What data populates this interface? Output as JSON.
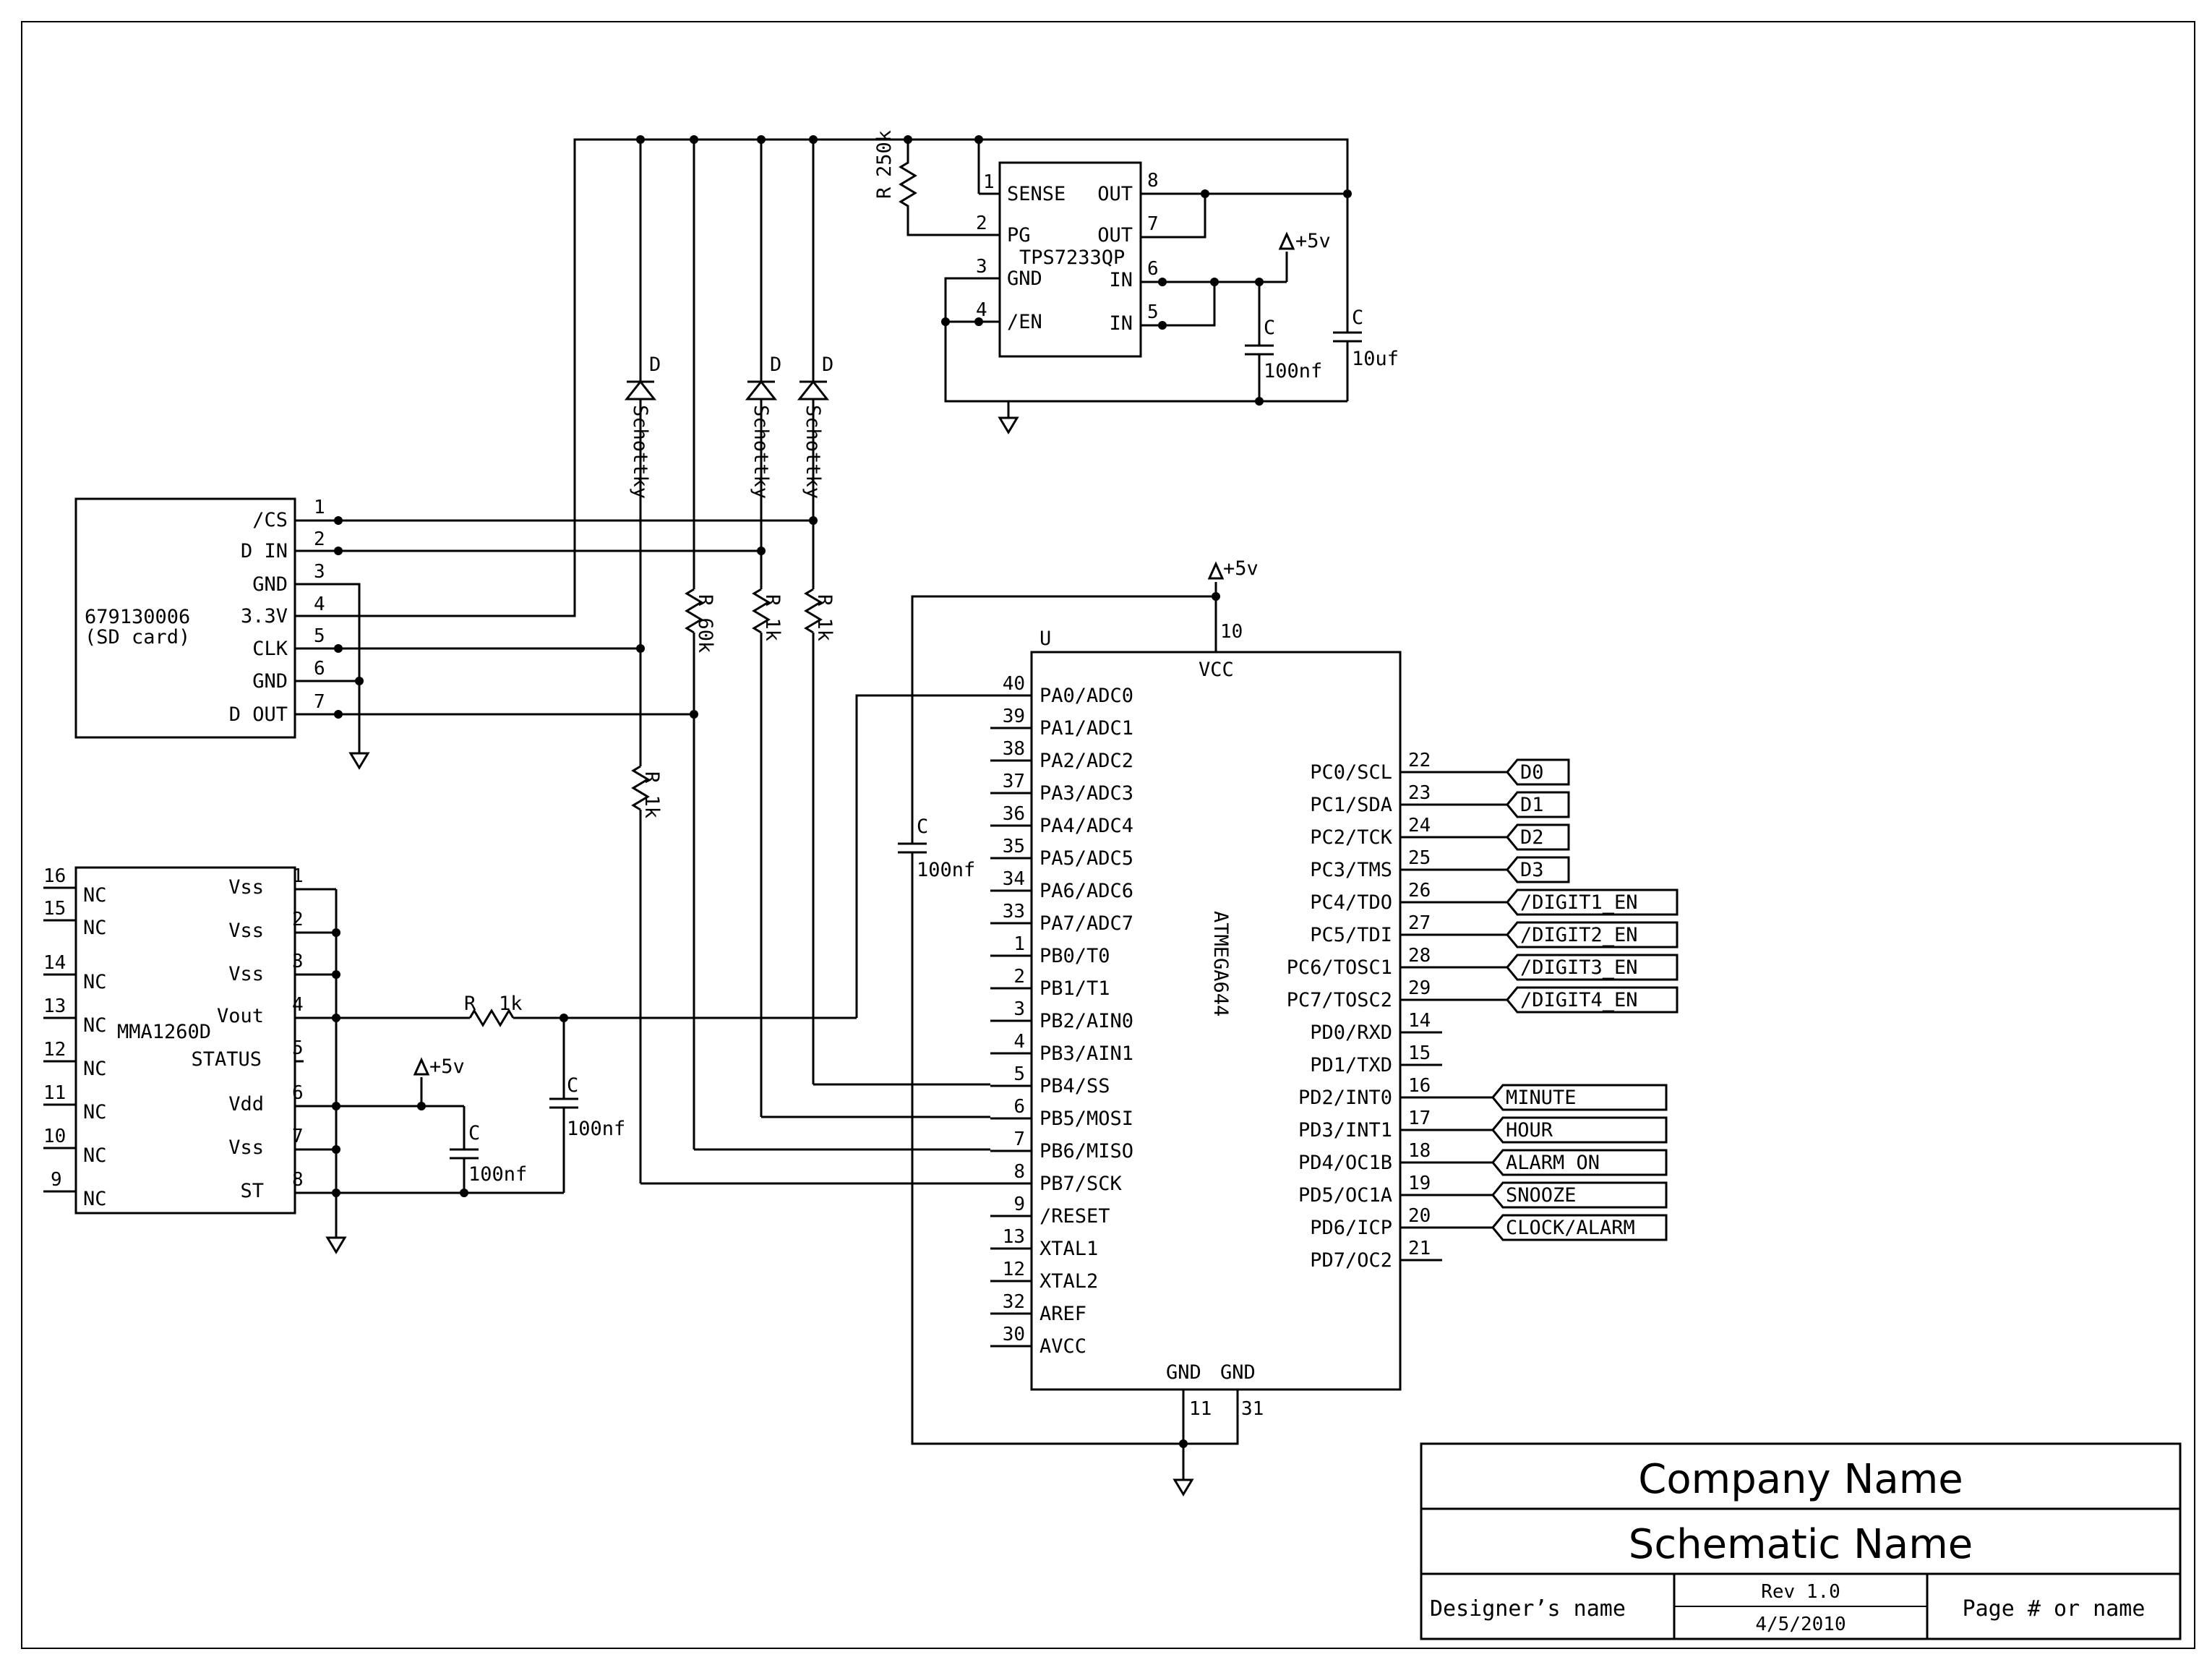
{
  "title_block": {
    "company": "Company Name",
    "schematic": "Schematic Name",
    "designer": "Designer’s name",
    "rev": "Rev 1.0",
    "date": "4/5/2010",
    "page": "Page # or name"
  },
  "regulator": {
    "part": "TPS7233QP",
    "resistor_ref": "R",
    "resistor_value": "250k",
    "left_pins": [
      {
        "num": "1",
        "name": "SENSE"
      },
      {
        "num": "2",
        "name": "PG"
      },
      {
        "num": "3",
        "name": "GND"
      },
      {
        "num": "4",
        "name": "/EN"
      }
    ],
    "right_pins": [
      {
        "num": "8",
        "name": "OUT"
      },
      {
        "num": "7",
        "name": "OUT"
      },
      {
        "num": "6",
        "name": "IN"
      },
      {
        "num": "5",
        "name": "IN"
      }
    ],
    "power_label": "+5v",
    "cap1_ref": "C",
    "cap1_value": "100nf",
    "cap2_ref": "C",
    "cap2_value": "10uf"
  },
  "diodes": {
    "ref": "D",
    "type": "Schottky"
  },
  "pullups": {
    "r1": "R 60k",
    "r2": "R 1k",
    "r3": "R 1k",
    "r4": "R 1k"
  },
  "sd_card": {
    "part": "679130006",
    "desc": "(SD card)",
    "pins": [
      {
        "num": "1",
        "name": "/CS"
      },
      {
        "num": "2",
        "name": "D IN"
      },
      {
        "num": "3",
        "name": "GND"
      },
      {
        "num": "4",
        "name": "3.3V"
      },
      {
        "num": "5",
        "name": "CLK"
      },
      {
        "num": "6",
        "name": "GND"
      },
      {
        "num": "7",
        "name": "D OUT"
      }
    ]
  },
  "accel": {
    "part": "MMA1260D",
    "left_pins": [
      {
        "num": "16",
        "name": "NC"
      },
      {
        "num": "15",
        "name": "NC"
      },
      {
        "num": "14",
        "name": "NC"
      },
      {
        "num": "13",
        "name": "NC"
      },
      {
        "num": "12",
        "name": "NC"
      },
      {
        "num": "11",
        "name": "NC"
      },
      {
        "num": "10",
        "name": "NC"
      },
      {
        "num": "9",
        "name": "NC"
      }
    ],
    "right_pins": [
      {
        "num": "1",
        "name": "Vss"
      },
      {
        "num": "2",
        "name": "Vss"
      },
      {
        "num": "3",
        "name": "Vss"
      },
      {
        "num": "4",
        "name": "Vout"
      },
      {
        "num": "5",
        "name": "STATUS"
      },
      {
        "num": "6",
        "name": "Vdd"
      },
      {
        "num": "7",
        "name": "Vss"
      },
      {
        "num": "8",
        "name": "ST"
      }
    ],
    "r_ref": "R",
    "r_value": "1k",
    "c1_ref": "C",
    "c1_value": "100nf",
    "c2_ref": "C",
    "c2_value": "100nf",
    "power_label": "+5v"
  },
  "mcu": {
    "ref": "U",
    "part": "ATMEGA644",
    "vcc_label": "VCC",
    "vcc_pin": "10",
    "gnd1_label": "GND",
    "gnd1_pin": "11",
    "gnd2_label": "GND",
    "gnd2_pin": "31",
    "power_label": "+5v",
    "cap_ref": "C",
    "cap_value": "100nf",
    "left_pins": [
      {
        "num": "40",
        "name": "PA0/ADC0"
      },
      {
        "num": "39",
        "name": "PA1/ADC1"
      },
      {
        "num": "38",
        "name": "PA2/ADC2"
      },
      {
        "num": "37",
        "name": "PA3/ADC3"
      },
      {
        "num": "36",
        "name": "PA4/ADC4"
      },
      {
        "num": "35",
        "name": "PA5/ADC5"
      },
      {
        "num": "34",
        "name": "PA6/ADC6"
      },
      {
        "num": "33",
        "name": "PA7/ADC7"
      },
      {
        "num": "1",
        "name": "PB0/T0"
      },
      {
        "num": "2",
        "name": "PB1/T1"
      },
      {
        "num": "3",
        "name": "PB2/AIN0"
      },
      {
        "num": "4",
        "name": "PB3/AIN1"
      },
      {
        "num": "5",
        "name": "PB4/SS"
      },
      {
        "num": "6",
        "name": "PB5/MOSI"
      },
      {
        "num": "7",
        "name": "PB6/MISO"
      },
      {
        "num": "8",
        "name": "PB7/SCK"
      },
      {
        "num": "9",
        "name": "/RESET"
      },
      {
        "num": "13",
        "name": "XTAL1"
      },
      {
        "num": "12",
        "name": "XTAL2"
      },
      {
        "num": "32",
        "name": "AREF"
      },
      {
        "num": "30",
        "name": "AVCC"
      }
    ],
    "right_pins": [
      {
        "num": "22",
        "name": "PC0/SCL",
        "net": "D0"
      },
      {
        "num": "23",
        "name": "PC1/SDA",
        "net": "D1"
      },
      {
        "num": "24",
        "name": "PC2/TCK",
        "net": "D2"
      },
      {
        "num": "25",
        "name": "PC3/TMS",
        "net": "D3"
      },
      {
        "num": "26",
        "name": "PC4/TDO",
        "net": "/DIGIT1_EN"
      },
      {
        "num": "27",
        "name": "PC5/TDI",
        "net": "/DIGIT2_EN"
      },
      {
        "num": "28",
        "name": "PC6/TOSC1",
        "net": "/DIGIT3_EN"
      },
      {
        "num": "29",
        "name": "PC7/TOSC2",
        "net": "/DIGIT4_EN"
      },
      {
        "num": "14",
        "name": "PD0/RXD",
        "net": ""
      },
      {
        "num": "15",
        "name": "PD1/TXD",
        "net": ""
      },
      {
        "num": "16",
        "name": "PD2/INT0",
        "net": "MINUTE"
      },
      {
        "num": "17",
        "name": "PD3/INT1",
        "net": "HOUR"
      },
      {
        "num": "18",
        "name": "PD4/OC1B",
        "net": "ALARM ON"
      },
      {
        "num": "19",
        "name": "PD5/OC1A",
        "net": "SNOOZE"
      },
      {
        "num": "20",
        "name": "PD6/ICP",
        "net": "CLOCK/ALARM"
      },
      {
        "num": "21",
        "name": "PD7/OC2",
        "net": ""
      }
    ]
  }
}
